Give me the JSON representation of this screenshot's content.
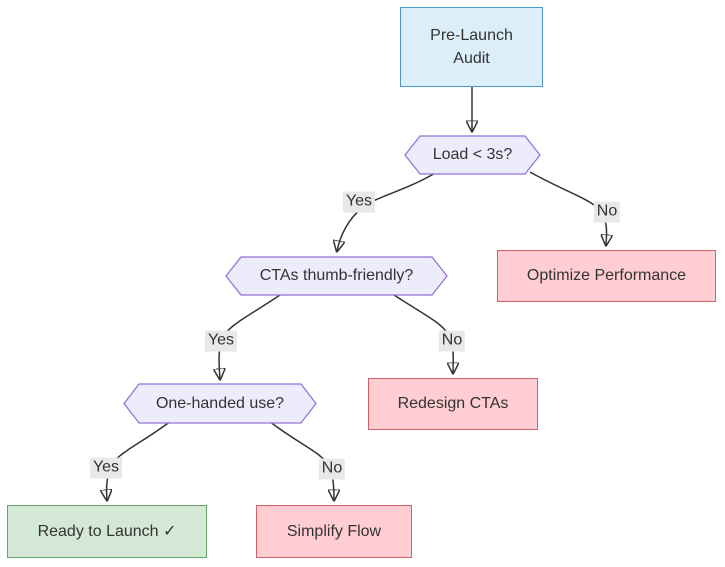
{
  "diagram": {
    "type": "flowchart",
    "nodes": [
      {
        "id": "pre-launch-audit",
        "label": "Pre-Launch Audit",
        "shape": "rectangle",
        "role": "start"
      },
      {
        "id": "load-under-3s",
        "label": "Load < 3s?",
        "shape": "hexagon",
        "role": "decision"
      },
      {
        "id": "ctas-thumb-friendly",
        "label": "CTAs thumb-friendly?",
        "shape": "hexagon",
        "role": "decision"
      },
      {
        "id": "optimize-performance",
        "label": "Optimize Performance",
        "shape": "rectangle",
        "role": "action"
      },
      {
        "id": "one-handed-use",
        "label": "One-handed use?",
        "shape": "hexagon",
        "role": "decision"
      },
      {
        "id": "redesign-ctas",
        "label": "Redesign CTAs",
        "shape": "rectangle",
        "role": "action"
      },
      {
        "id": "ready-to-launch",
        "label": "Ready to Launch ✓",
        "shape": "rectangle",
        "role": "success"
      },
      {
        "id": "simplify-flow",
        "label": "Simplify Flow",
        "shape": "rectangle",
        "role": "action"
      }
    ],
    "edges": [
      {
        "from": "pre-launch-audit",
        "to": "load-under-3s",
        "label": ""
      },
      {
        "from": "load-under-3s",
        "to": "ctas-thumb-friendly",
        "label": "Yes"
      },
      {
        "from": "load-under-3s",
        "to": "optimize-performance",
        "label": "No"
      },
      {
        "from": "ctas-thumb-friendly",
        "to": "one-handed-use",
        "label": "Yes"
      },
      {
        "from": "ctas-thumb-friendly",
        "to": "redesign-ctas",
        "label": "No"
      },
      {
        "from": "one-handed-use",
        "to": "ready-to-launch",
        "label": "Yes"
      },
      {
        "from": "one-handed-use",
        "to": "simplify-flow",
        "label": "No"
      }
    ],
    "colors": {
      "background": "#ffffff",
      "start_fill": "#dbeefa",
      "start_border": "#4e97c9",
      "decision_fill": "#ececfc",
      "decision_border": "#9370db",
      "action_fill": "#ffcdd2",
      "action_border": "#cf6069",
      "success_fill": "#d3e9d5",
      "success_border": "#65a36b",
      "edge": "#333333",
      "edge_label_bg": "#e8e8e8",
      "text": "#333333"
    }
  }
}
